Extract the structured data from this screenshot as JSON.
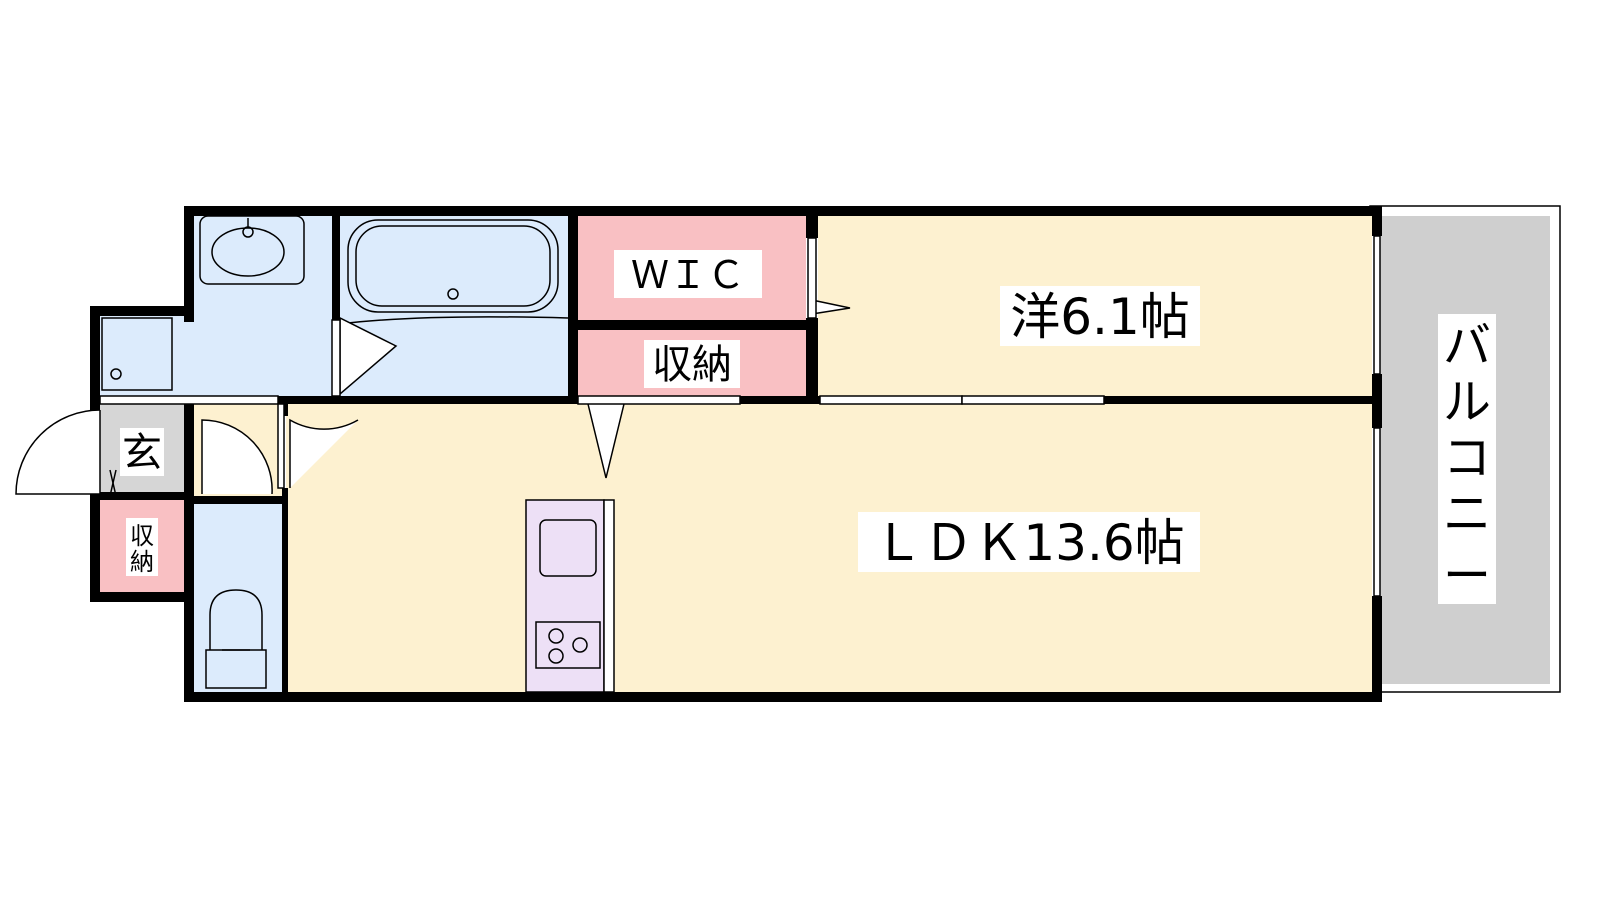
{
  "rooms": {
    "wic": "ＷＩＣ",
    "storage": "収納",
    "western": "洋6.1帖",
    "ldk": "ＬＤＫ13.6帖",
    "genkan": "玄",
    "entry_storage_top": "収",
    "entry_storage_bottom": "納",
    "balcony": [
      "バ",
      "ル",
      "コ",
      "ニ",
      "ー"
    ]
  },
  "colors": {
    "living": "#fdf1d0",
    "wet": "#dcebfc",
    "storage": "#f9c0c3",
    "entrance": "#d6d6d6",
    "balcony": "#cfcfcf",
    "kitchen": "#ede0f6",
    "wall": "#000000"
  }
}
